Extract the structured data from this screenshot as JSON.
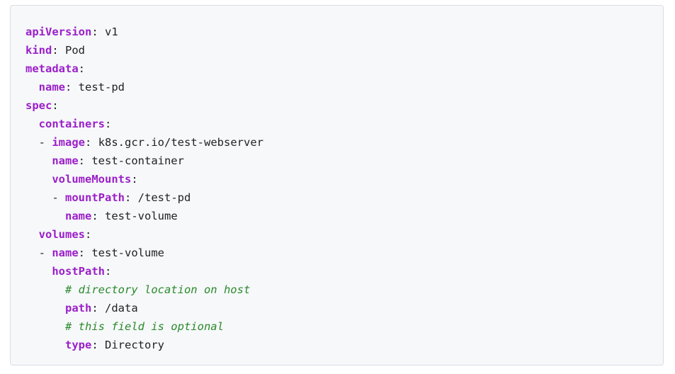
{
  "code": {
    "lines": [
      {
        "key": "apiVersion",
        "value": "v1"
      },
      {
        "key": "kind",
        "value": "Pod"
      },
      {
        "key": "metadata",
        "value": ""
      },
      {
        "key": "name",
        "value": "test-pd"
      },
      {
        "key": "spec",
        "value": ""
      },
      {
        "key": "containers",
        "value": ""
      },
      {
        "key": "image",
        "value": "k8s.gcr.io/test-webserver"
      },
      {
        "key": "name",
        "value": "test-container"
      },
      {
        "key": "volumeMounts",
        "value": ""
      },
      {
        "key": "mountPath",
        "value": "/test-pd"
      },
      {
        "key": "name",
        "value": "test-volume"
      },
      {
        "key": "volumes",
        "value": ""
      },
      {
        "key": "name",
        "value": "test-volume"
      },
      {
        "key": "hostPath",
        "value": ""
      },
      {
        "comment": "# directory location on host"
      },
      {
        "key": "path",
        "value": "/data"
      },
      {
        "comment": "# this field is optional"
      },
      {
        "key": "type",
        "value": "Directory"
      }
    ]
  }
}
